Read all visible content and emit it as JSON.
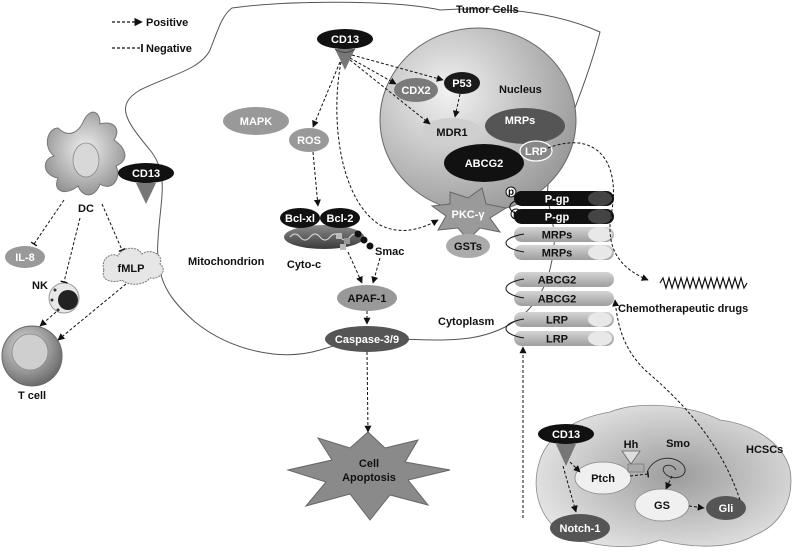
{
  "legend": {
    "positive": "Positive",
    "negative": "Negative"
  },
  "regions": {
    "tumor_cells": "Tumor Cells",
    "nucleus": "Nucleus",
    "mitochondrion": "Mitochondrion",
    "cytoplasm": "Cytoplasm",
    "hcscs": "HCSCs",
    "chemo_drugs": "Chemotherapeutic drugs"
  },
  "receptors": {
    "cd13_top": "CD13",
    "cd13_left": "CD13",
    "cd13_bottom": "CD13"
  },
  "nodes": {
    "p53": "P53",
    "cdx2": "CDX2",
    "mdr1": "MDR1",
    "mrps_nucleus": "MRPs",
    "lrp_nucleus": "LRP",
    "abcg2_nucleus": "ABCG2",
    "mapk": "MAPK",
    "ros": "ROS",
    "bcl_xl": "Bcl-xl",
    "bcl_2": "Bcl-2",
    "cyto_c": "Cyto-c",
    "smac": "Smac",
    "apaf1": "APAF-1",
    "caspase": "Caspase-3/9",
    "apoptosis_line1": "Cell",
    "apoptosis_line2": "Apoptosis",
    "pkc": "PKC-γ",
    "gsts": "GSTs",
    "p_mark": "p",
    "pgp_1": "P-gp",
    "pgp_2": "P-gp",
    "mrps_1": "MRPs",
    "mrps_2": "MRPs",
    "abcg2_1": "ABCG2",
    "abcg2_2": "ABCG2",
    "lrp_1": "LRP",
    "lrp_2": "LRP",
    "dc": "DC",
    "il8": "IL-8",
    "fmlp": "fMLP",
    "nk": "NK",
    "tcell": "T cell",
    "hh": "Hh",
    "smo": "Smo",
    "ptch": "Ptch",
    "gs": "GS",
    "gli": "Gli",
    "notch1": "Notch-1"
  }
}
